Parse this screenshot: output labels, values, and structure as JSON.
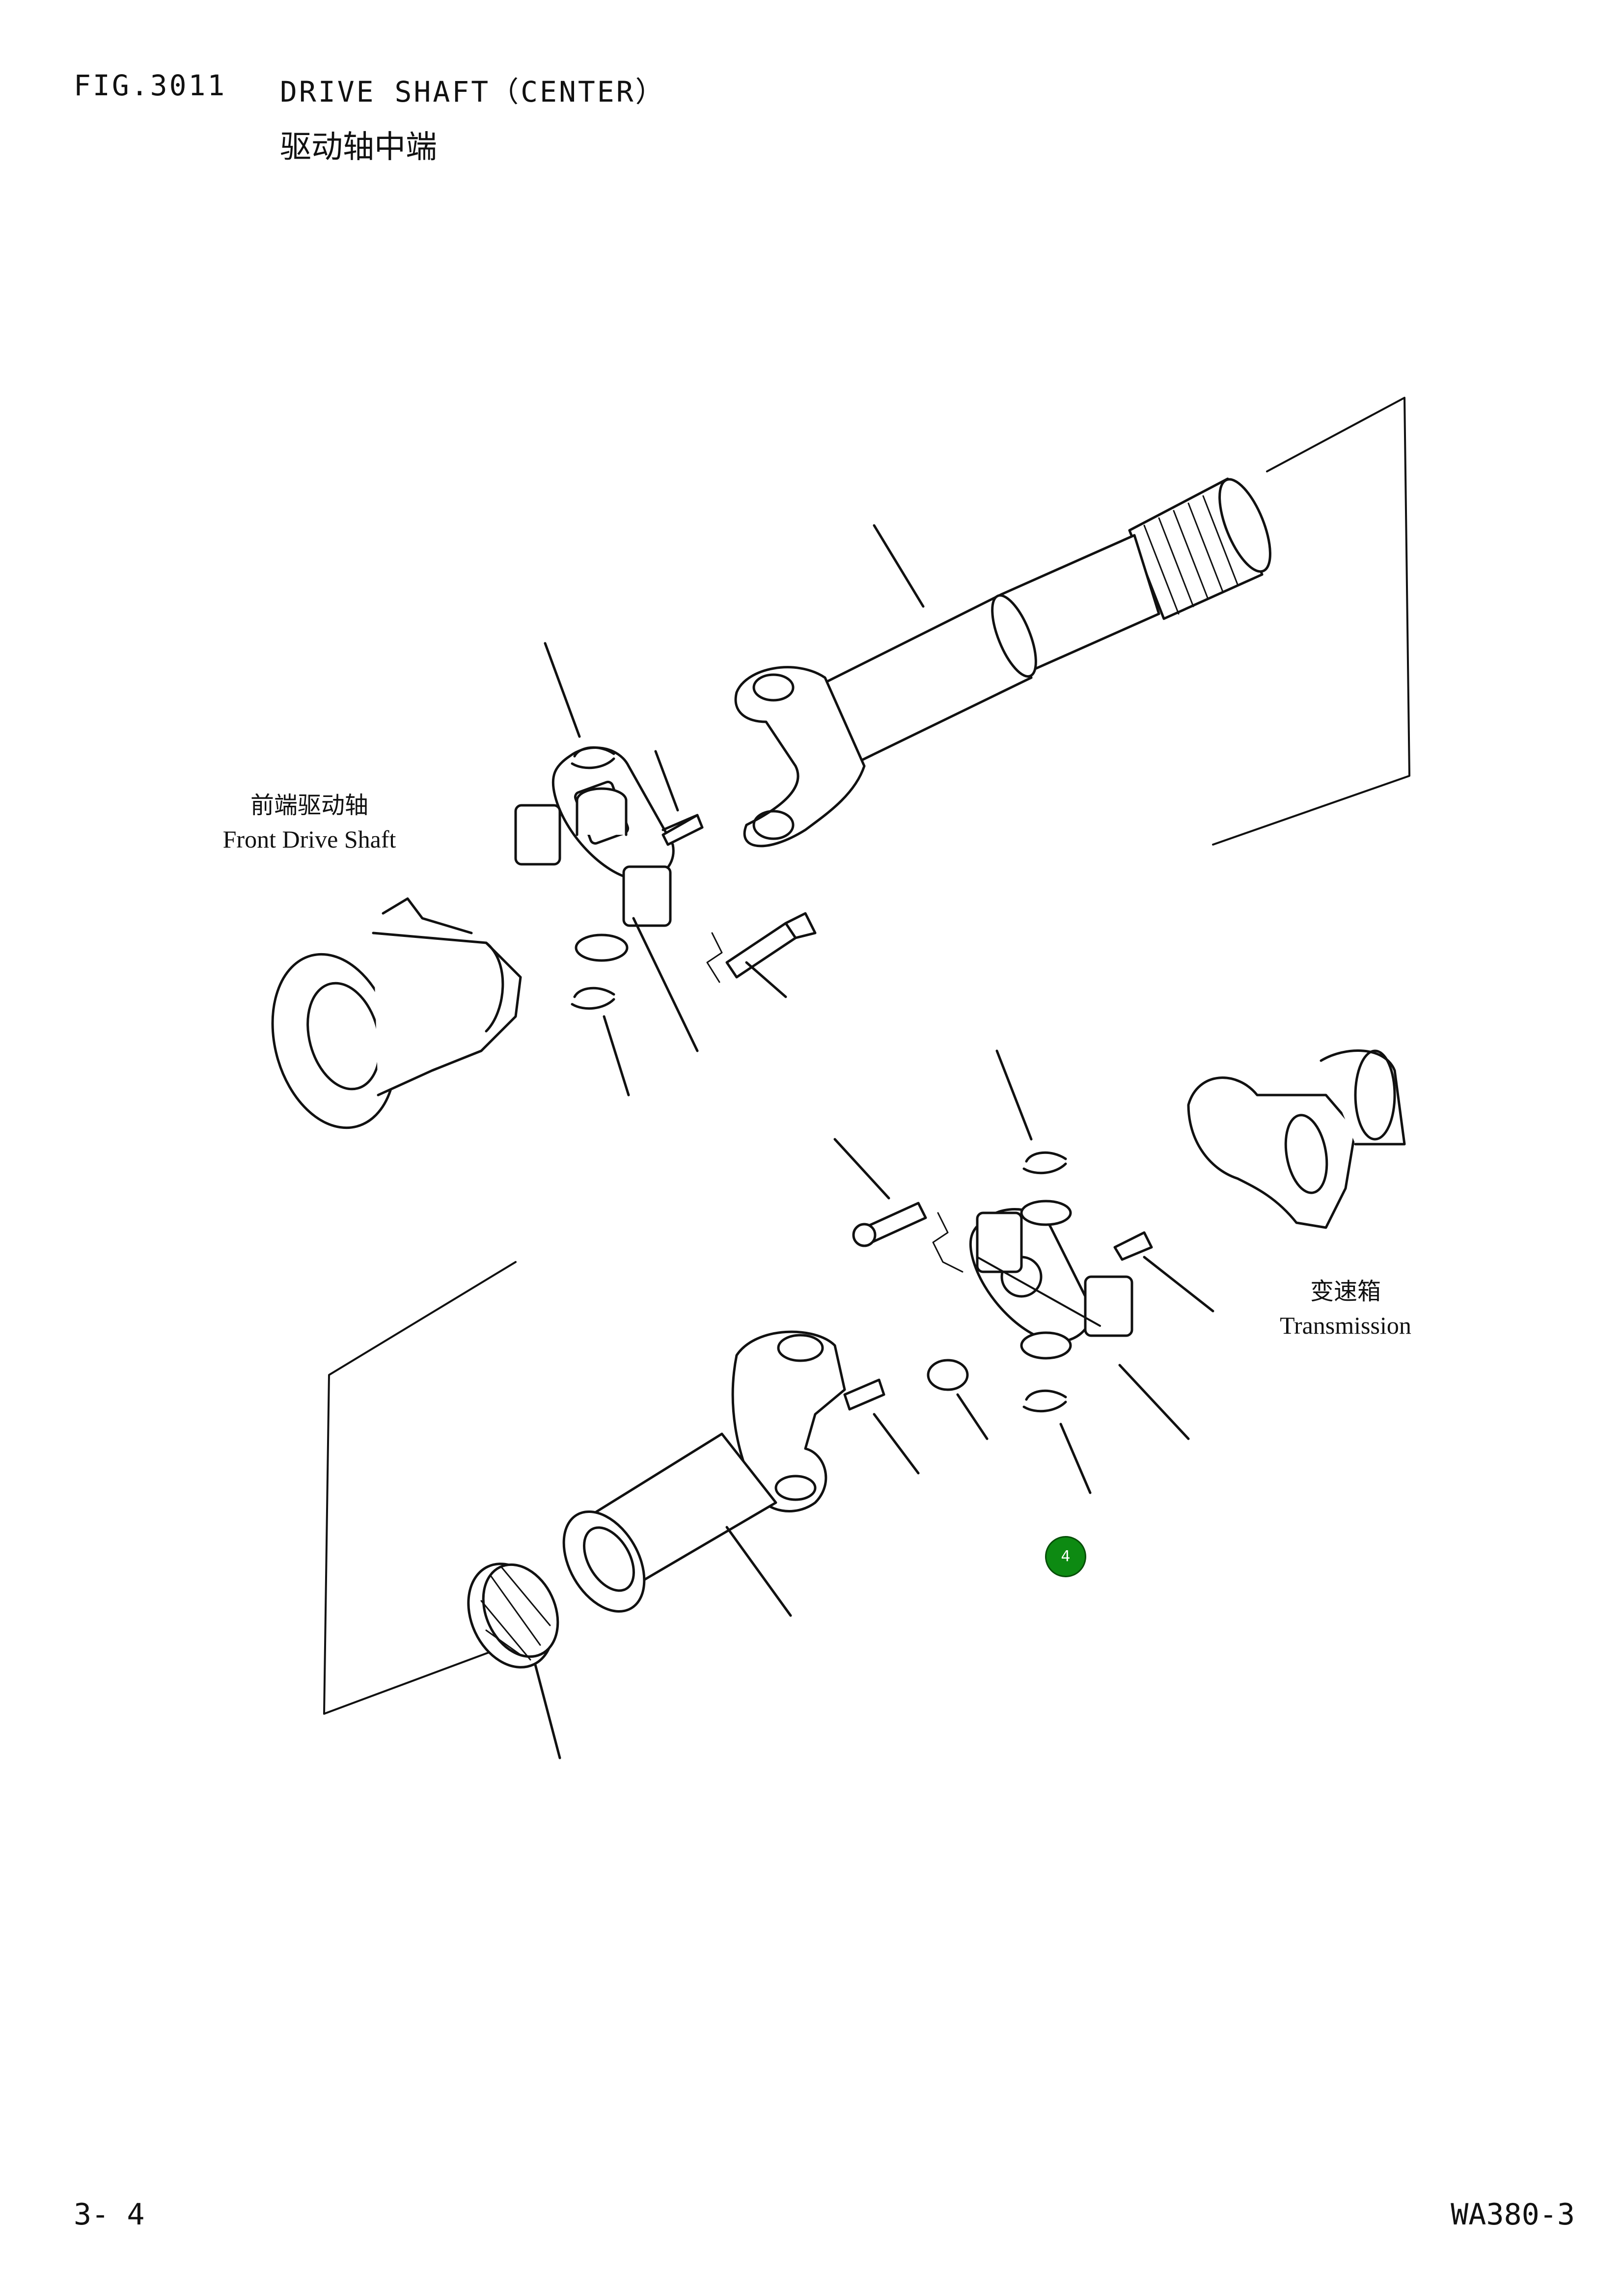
{
  "header": {
    "fig_number": "FIG.3011",
    "title": "DRIVE SHAFT（CENTER）",
    "title_cn": "驱动轴中端"
  },
  "labels": {
    "front_drive_shaft_cn": "前端驱动轴",
    "front_drive_shaft_en": "Front Drive Shaft",
    "transmission_cn": "变速箱",
    "transmission_en": "Transmission"
  },
  "callout_marker": {
    "number": "4",
    "color": "#0d8a12"
  },
  "footer": {
    "page": "3- 4",
    "model": "WA380-3"
  }
}
